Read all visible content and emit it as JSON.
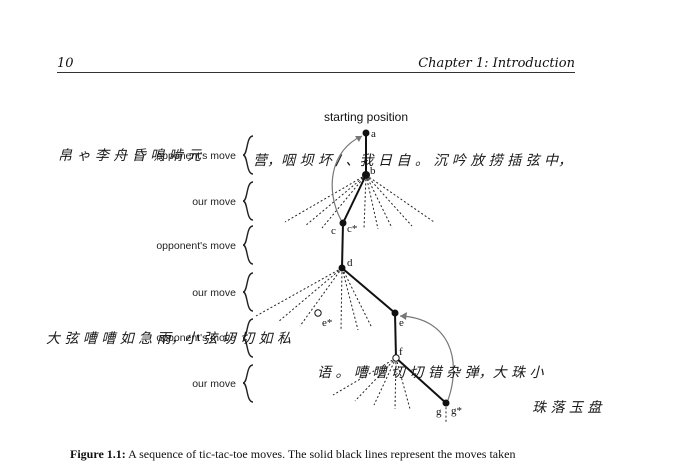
{
  "header": {
    "page_number": "10",
    "chapter_title": "Chapter 1: Introduction"
  },
  "figure": {
    "start_label": "starting position",
    "row_labels": [
      "opponent's move",
      "our move",
      "opponent's move",
      "our move",
      "opponent's move",
      "our move"
    ],
    "nodes": {
      "a": "a",
      "b": "b",
      "c": "c",
      "c_star": "c*",
      "d": "d",
      "e": "e",
      "e_star": "e*",
      "f": "f",
      "g": "g",
      "g_star": "g*"
    },
    "handwriting": {
      "line1": "帛 ゃ 李 舟 昏 鳴 啃 元",
      "line2": "营，咽 坝 坏 / 、我 日 自 。 沉 吟 放 捞 插 弦 中，",
      "line3": "大 弦 嘈 嘈 如 急 雨，小 弦 切 切 如 私",
      "line4": "语 。 嘈 嘈 切 切 错 杂 弹，大 珠 小",
      "line5": "珠 落 玉 盘"
    }
  },
  "caption": {
    "label": "Figure 1.1:",
    "text": "A sequence of tic-tac-toe moves. The solid black lines represent the moves taken"
  }
}
